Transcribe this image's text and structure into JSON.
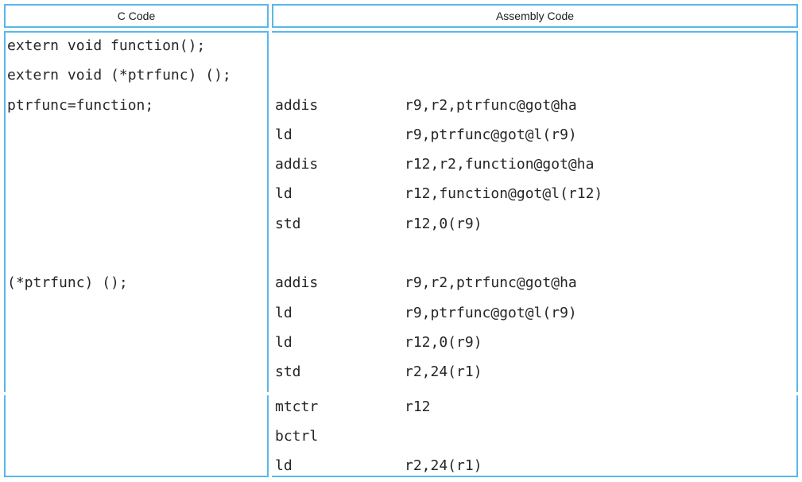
{
  "table": {
    "headers": [
      "C Code",
      "Assembly Code"
    ],
    "border_color": "#58b8e8"
  },
  "c_code": {
    "lines": [
      "extern void function();",
      "extern void (*ptrfunc) ();",
      "ptrfunc=function;",
      "(*ptrfunc) ();"
    ]
  },
  "assembly": {
    "row1": [
      {
        "mnemonic": "addis",
        "operands": "r9,r2,ptrfunc@got@ha"
      },
      {
        "mnemonic": "ld",
        "operands": "r9,ptrfunc@got@l(r9)"
      },
      {
        "mnemonic": "addis",
        "operands": "r12,r2,function@got@ha"
      },
      {
        "mnemonic": "ld",
        "operands": "r12,function@got@l(r12)"
      },
      {
        "mnemonic": "std",
        "operands": "r12,0(r9)"
      },
      {
        "mnemonic": "addis",
        "operands": "r9,r2,ptrfunc@got@ha"
      },
      {
        "mnemonic": "ld",
        "operands": "r9,ptrfunc@got@l(r9)"
      },
      {
        "mnemonic": "ld",
        "operands": "r12,0(r9)"
      },
      {
        "mnemonic": "std",
        "operands": "r2,24(r1)"
      }
    ],
    "row2": [
      {
        "mnemonic": "mtctr",
        "operands": "r12"
      },
      {
        "mnemonic": "bctrl",
        "operands": ""
      },
      {
        "mnemonic": "ld",
        "operands": "r2,24(r1)"
      }
    ]
  }
}
